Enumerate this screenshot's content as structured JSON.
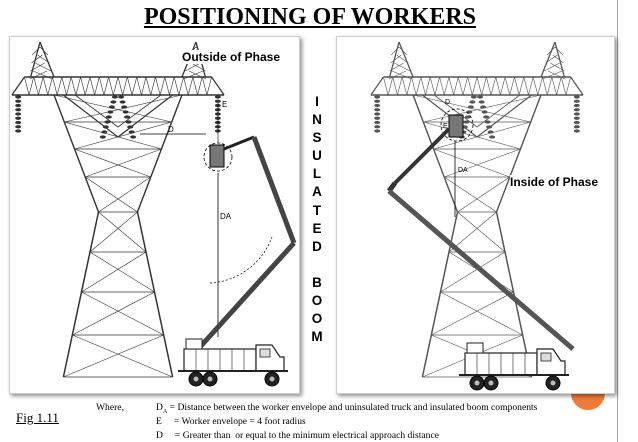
{
  "title": "POSITIONING OF WORKERS",
  "panels": {
    "left_label": "Outside of Phase",
    "right_label": "Inside of Phase"
  },
  "vertical_text": {
    "word1": [
      "I",
      "N",
      "S",
      "U",
      "L",
      "A",
      "T",
      "E",
      "D"
    ],
    "word2": [
      "B",
      "O",
      "O",
      "M"
    ]
  },
  "figure_label": "Fig 1.11",
  "legend": {
    "where": "Where,",
    "d_letter": "D",
    "d_sub": "A",
    "d_text": " = Distance between the worker envelope and uninsulated truck and insulated boom components",
    "e_line": "E     = Worker envelope = 4 foot radius",
    "d2_line": "D     = Greater than  or equal to the minimum electrical approach distance"
  },
  "diagram_labels": {
    "left_d": "D",
    "left_e": "E",
    "left_da": "DA",
    "right_d": "D",
    "right_e": "E",
    "right_da": "DA"
  },
  "colors": {
    "accent_rule": "#e58a8a",
    "accent_dot": "#f07a3a",
    "tower_left": "#333333",
    "tower_right": "#555555"
  }
}
